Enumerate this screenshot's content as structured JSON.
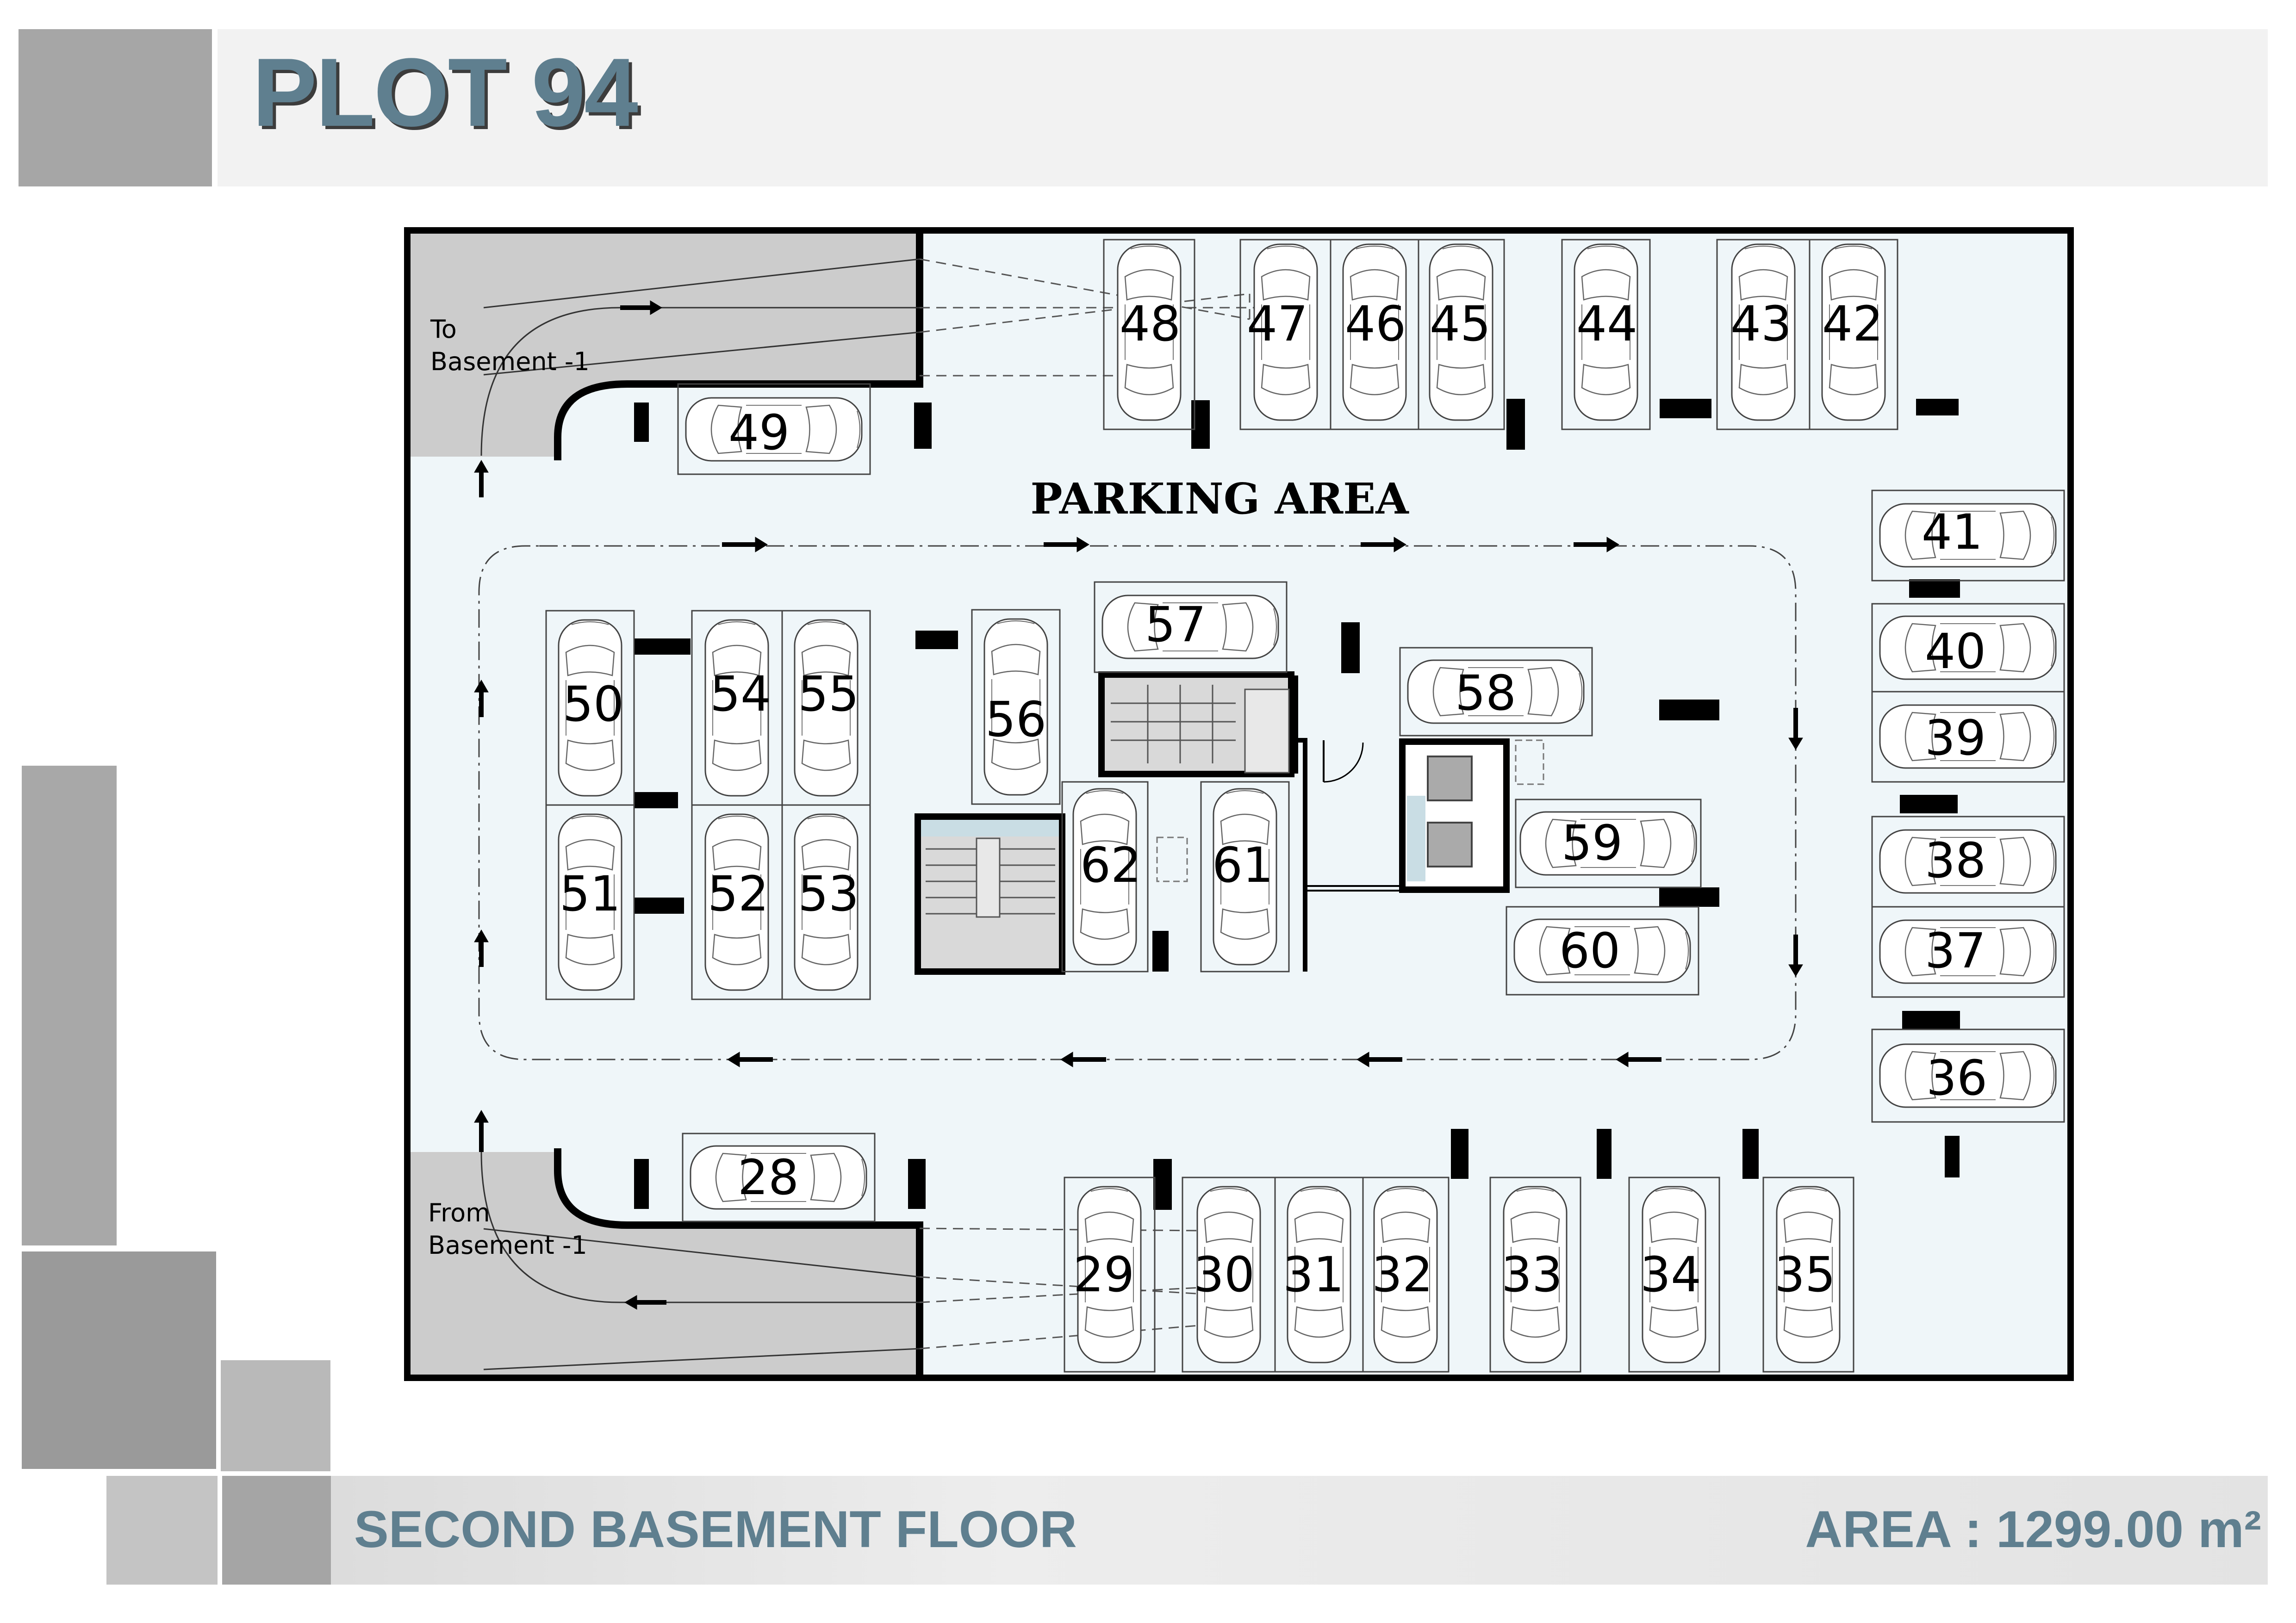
{
  "header": {
    "title": "PLOT 94"
  },
  "footer": {
    "floor_name": "SECOND BASEMENT FLOOR",
    "area": "AREA : 1299.00 m²"
  },
  "plan": {
    "zone_label": "PARKING AREA",
    "ramp_top": {
      "line1": "To",
      "line2": "Basement -1"
    },
    "ramp_bottom": {
      "line1": "From",
      "line2": "Basement -1"
    },
    "colors": {
      "floor": "#eff6f9",
      "ramp": "#cccccc",
      "wall": "#000000",
      "title": "#5f7f8f"
    },
    "parking_slots": [
      "28",
      "29",
      "30",
      "31",
      "32",
      "33",
      "34",
      "35",
      "36",
      "37",
      "38",
      "39",
      "40",
      "41",
      "42",
      "43",
      "44",
      "45",
      "46",
      "47",
      "48",
      "49",
      "50",
      "51",
      "52",
      "53",
      "54",
      "55",
      "56",
      "57",
      "58",
      "59",
      "60",
      "61",
      "62"
    ]
  }
}
